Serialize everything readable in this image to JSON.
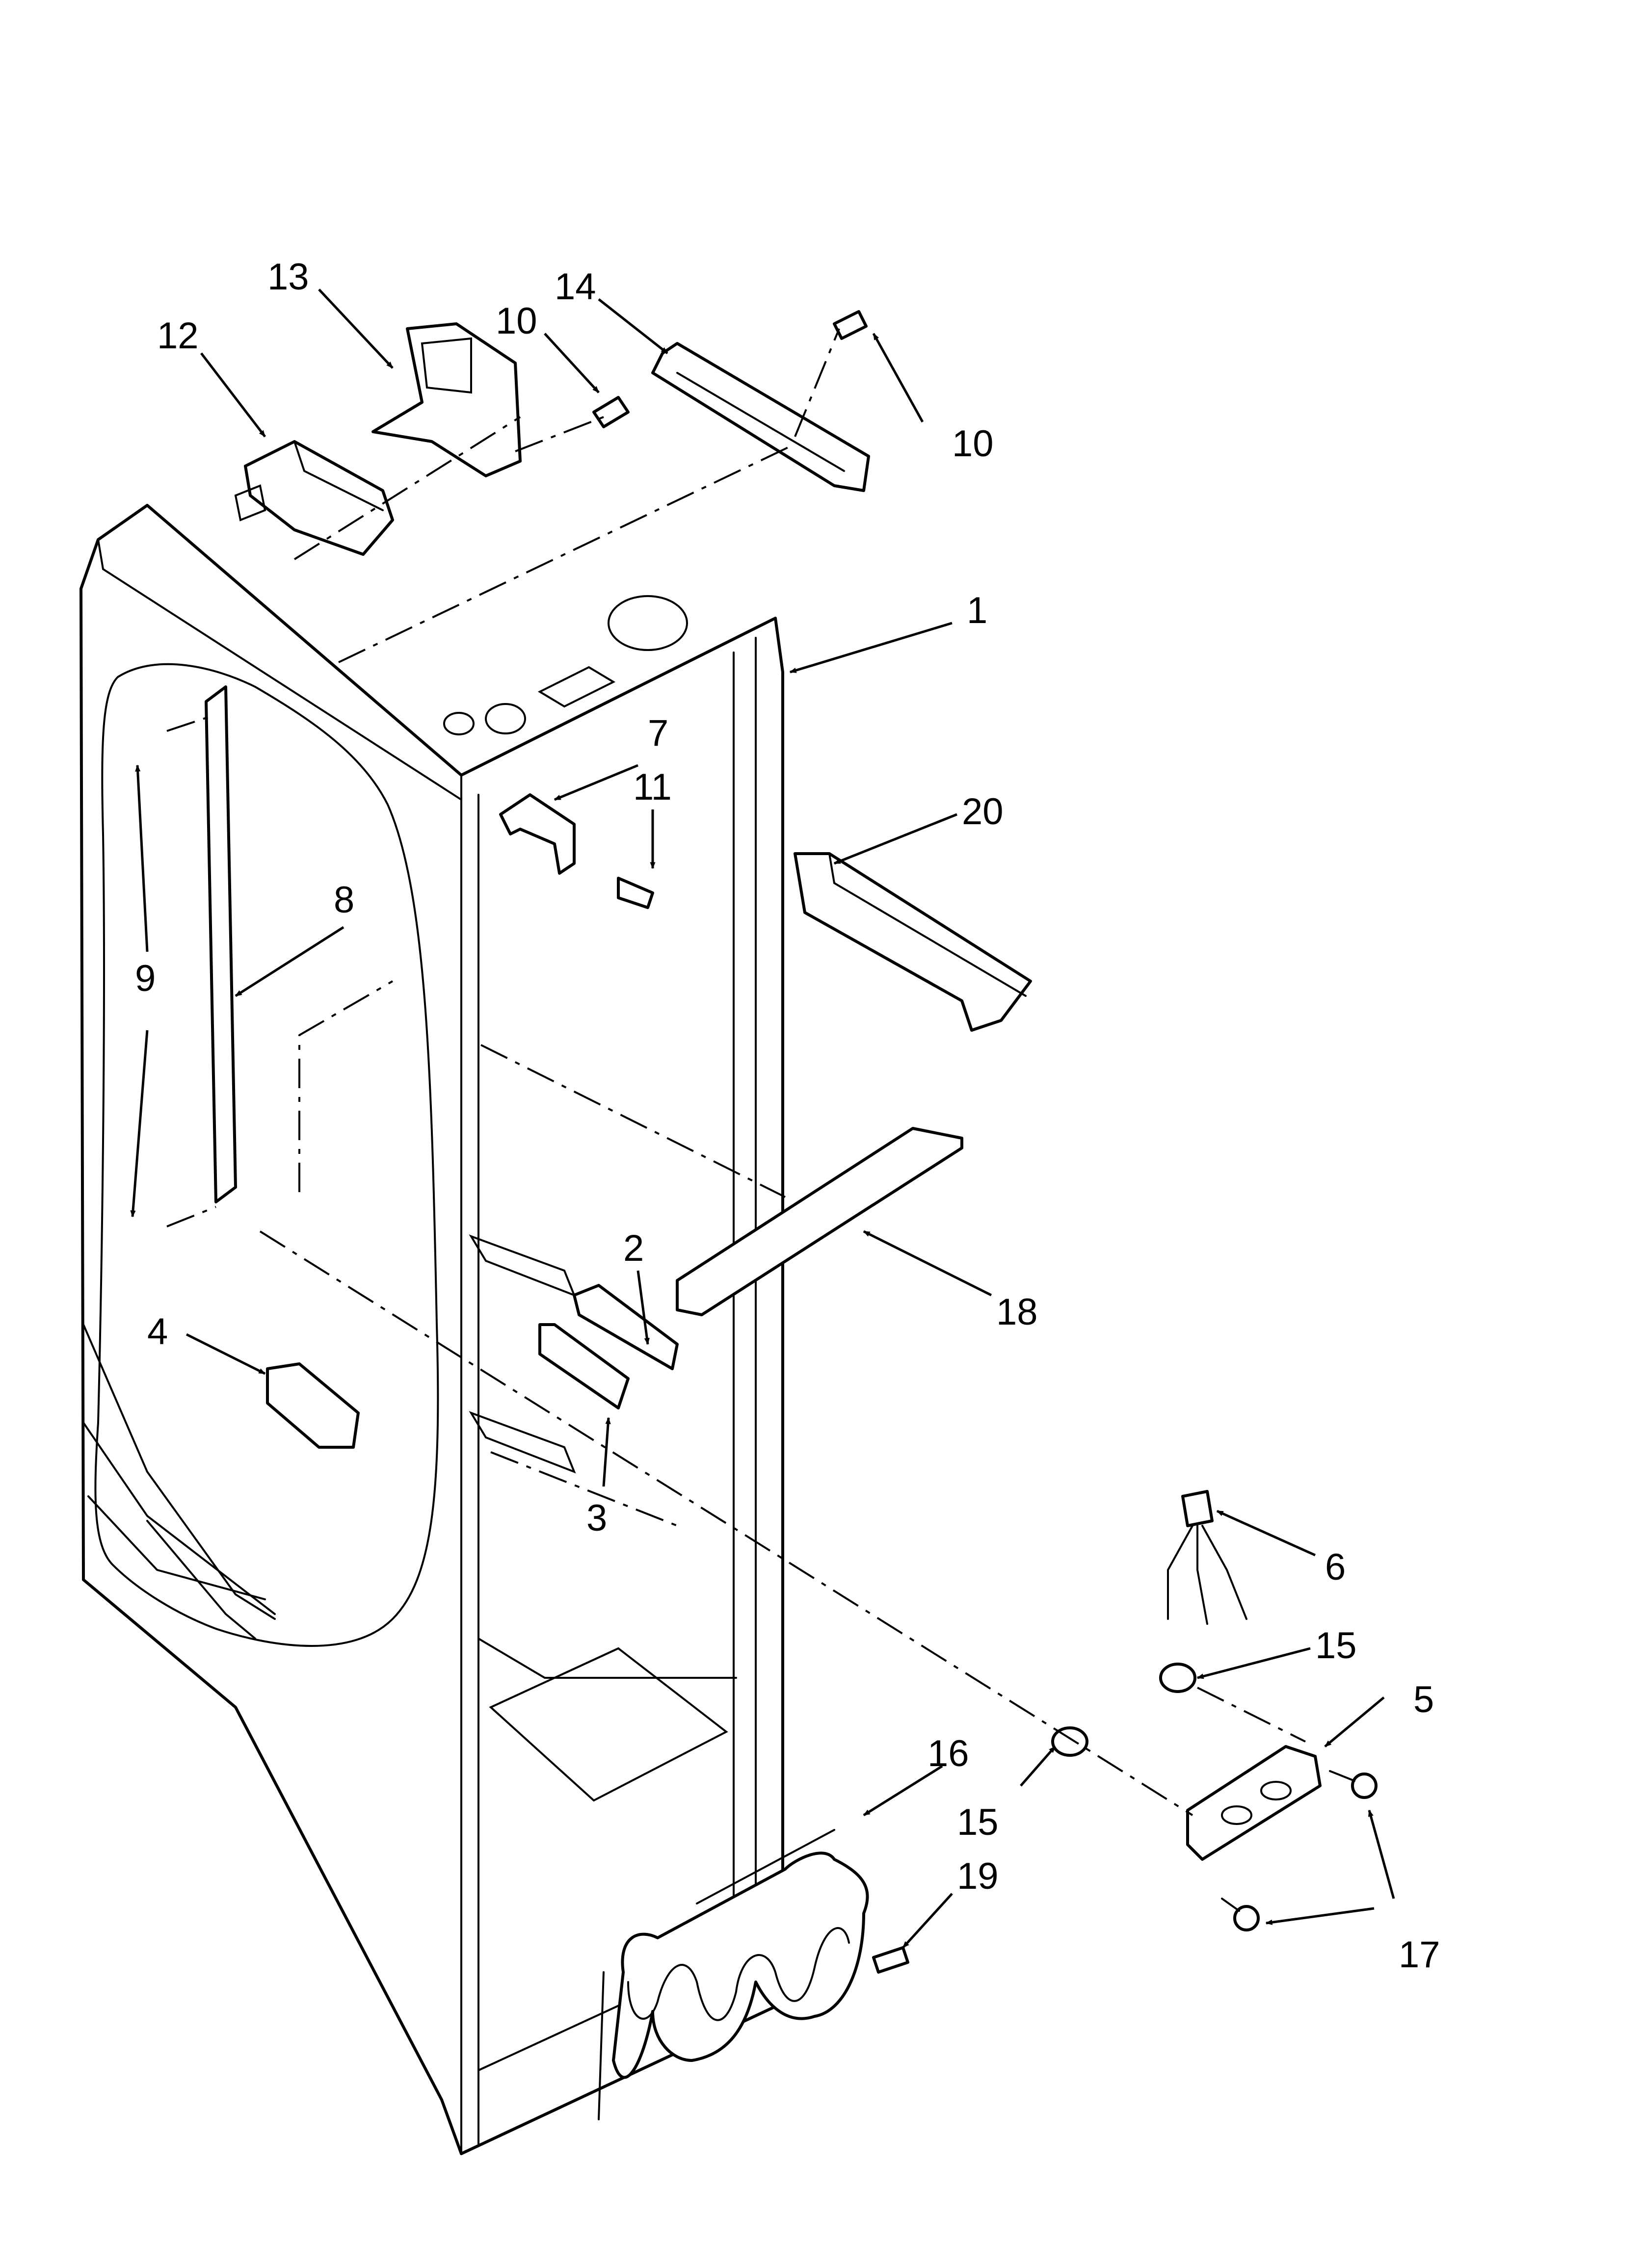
{
  "callouts": {
    "c1": "1",
    "c2": "2",
    "c3": "3",
    "c4": "4",
    "c5": "5",
    "c6": "6",
    "c7": "7",
    "c8": "8",
    "c9": "9",
    "c10a": "10",
    "c10b": "10",
    "c11": "11",
    "c12": "12",
    "c13": "13",
    "c14": "14",
    "c15a": "15",
    "c15b": "15",
    "c16": "16",
    "c17": "17",
    "c18": "18",
    "c19": "19",
    "c20": "20"
  }
}
